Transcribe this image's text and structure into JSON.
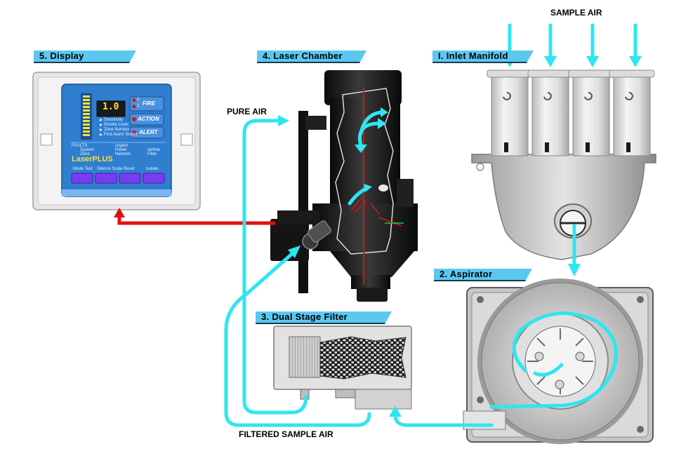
{
  "labels": {
    "display": "5. Display",
    "laser_chamber": "4. Laser Chamber",
    "inlet_manifold": "I. Inlet Manifold",
    "aspirator": "2. Aspirator",
    "dual_stage_filter": "3. Dual Stage Filter"
  },
  "flows": {
    "sample_air": "SAMPLE AIR",
    "pure_air": "PURE AIR",
    "filtered_sample_air": "FILTERED SAMPLE AIR"
  },
  "display_panel": {
    "readout": "1.0",
    "alarms": [
      "FIRE",
      "ACTION",
      "ALERT"
    ],
    "fire_levels": [
      "2",
      "1"
    ],
    "indicators": [
      "Sensitivity",
      "Smoke Level",
      "Zone Number",
      "First Alarm Sector"
    ],
    "faults_title": "FAULTS",
    "faults": [
      "System",
      "Urgent",
      "Airflow",
      "Zone",
      "Power",
      "Filter",
      "Network"
    ],
    "logo": "LaserPLUS",
    "buttons": [
      "Mode Test",
      "Silence Scale",
      "Reset",
      "Isolate"
    ]
  },
  "colors": {
    "flow_cyan": "#2ee6f0",
    "signal_red": "#e01010",
    "tag_blue": "#5cc8f0",
    "panel_blue": "#2f7ed0",
    "button_purple": "#7a3cf0"
  }
}
